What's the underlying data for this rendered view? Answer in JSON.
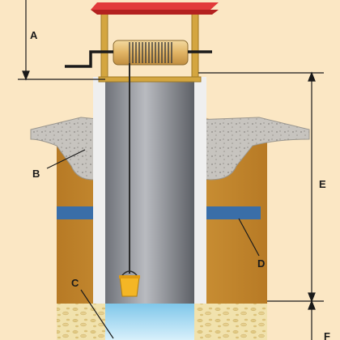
{
  "labels": {
    "a": "A",
    "b": "B",
    "c": "C",
    "d": "D",
    "e": "E",
    "f": "F"
  },
  "colors": {
    "background": "#fbe7c4",
    "roof": "#d12a2c",
    "wood_frame": "#d4a640",
    "soil": "#c98a2e",
    "soil_dark": "#8b5a1e",
    "concrete_cap": "#c7c4bf",
    "shaft_light": "#e9e9e9",
    "pipe": "#8e9096",
    "band": "#3a6ea8",
    "water": "#a9dcf2",
    "gravel": "#f1e2ad",
    "bucket": "#f4b625",
    "lines": "#1a1a1a"
  }
}
